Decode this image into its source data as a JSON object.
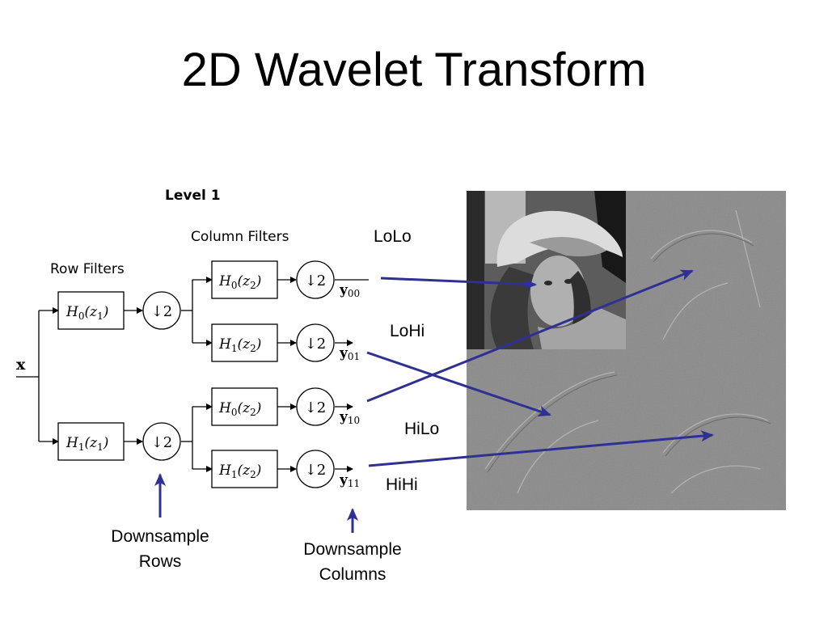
{
  "title": "2D Wavelet Transform",
  "diagram": {
    "level": "Level 1",
    "row_filters_label": "Row Filters",
    "column_filters_label": "Column Filters",
    "input": "x",
    "row_filters": [
      {
        "h": "H",
        "sub": "0",
        "arg": "(z",
        "arg_sub": "1",
        "close": ")"
      },
      {
        "h": "H",
        "sub": "1",
        "arg": "(z",
        "arg_sub": "1",
        "close": ")"
      }
    ],
    "column_filters": [
      {
        "h": "H",
        "sub": "0",
        "arg": "(z",
        "arg_sub": "2",
        "close": ")"
      },
      {
        "h": "H",
        "sub": "1",
        "arg": "(z",
        "arg_sub": "2",
        "close": ")"
      },
      {
        "h": "H",
        "sub": "0",
        "arg": "(z",
        "arg_sub": "2",
        "close": ")"
      },
      {
        "h": "H",
        "sub": "1",
        "arg": "(z",
        "arg_sub": "2",
        "close": ")"
      }
    ],
    "downsample": "↓2",
    "outputs": [
      {
        "y": "y",
        "sub": "00"
      },
      {
        "y": "y",
        "sub": "01"
      },
      {
        "y": "y",
        "sub": "10"
      },
      {
        "y": "y",
        "sub": "11"
      }
    ]
  },
  "subbands": {
    "lolo": "LoLo",
    "lohi": "LoHi",
    "hilo": "HiLo",
    "hihi": "HiHi"
  },
  "annotations": {
    "downsample_rows": [
      "Downsample",
      "Rows"
    ],
    "downsample_columns": [
      "Downsample",
      "Columns"
    ]
  },
  "colors": {
    "arrow": "#2e3192",
    "subband_gray": "#8a8a8a"
  }
}
